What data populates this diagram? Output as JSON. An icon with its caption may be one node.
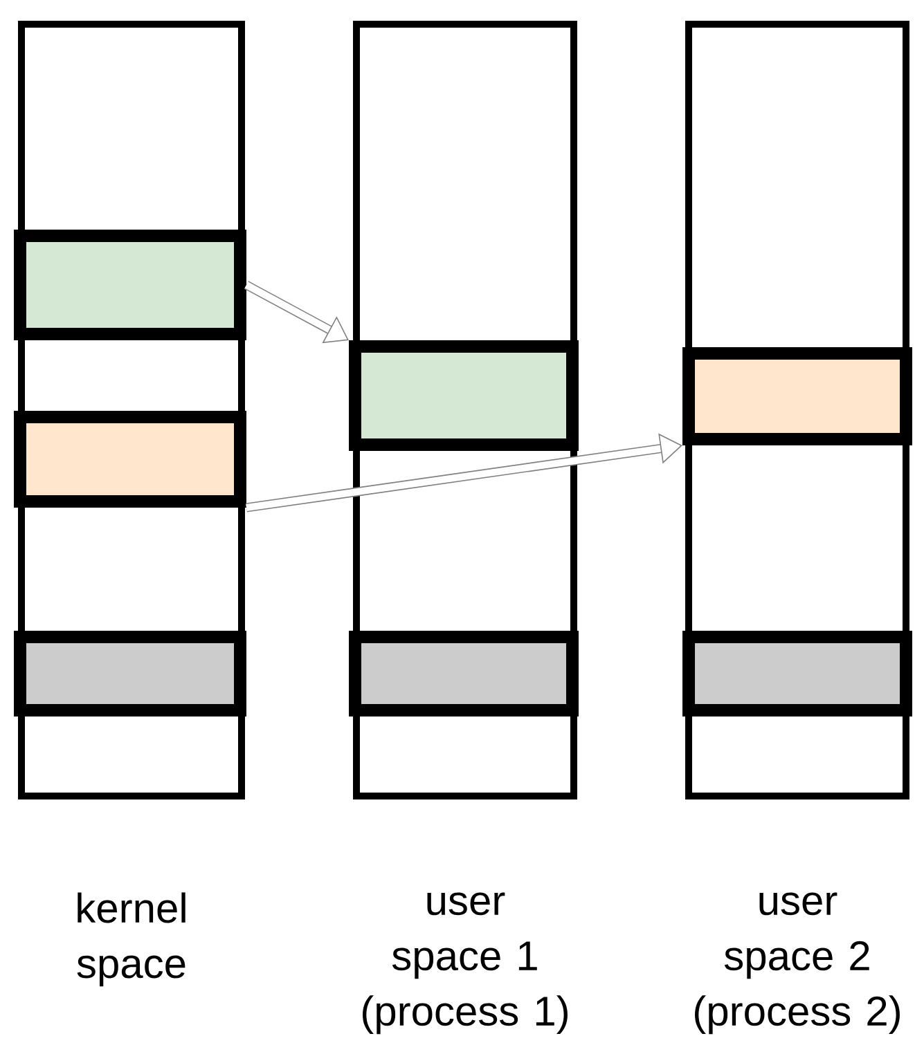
{
  "diagram": {
    "nodes": [
      {
        "text": [],
        "shape": "box",
        "beside": [
          "kernel space"
        ]
      },
      {
        "text": [],
        "shape": "box",
        "in": 0
      },
      {
        "text": [],
        "shape": "box",
        "in": 0
      },
      {
        "text": [],
        "shape": "box",
        "in": 0
      },
      {
        "text": [],
        "shape": "box",
        "beside": [
          "user space 1 (process 1)"
        ]
      },
      {
        "text": [],
        "shape": "box",
        "in": 4
      },
      {
        "text": [],
        "shape": "box",
        "in": 4
      },
      {
        "text": [],
        "shape": "box",
        "beside": [
          "user space 2 (process 2)"
        ]
      },
      {
        "text": [],
        "shape": "box",
        "in": 7
      },
      {
        "text": [],
        "shape": "box",
        "in": 7
      }
    ],
    "edges": [
      {
        "from": 1,
        "to": 5,
        "arrow": "to"
      },
      {
        "from": 2,
        "to": 8,
        "arrow": "to"
      }
    ]
  }
}
